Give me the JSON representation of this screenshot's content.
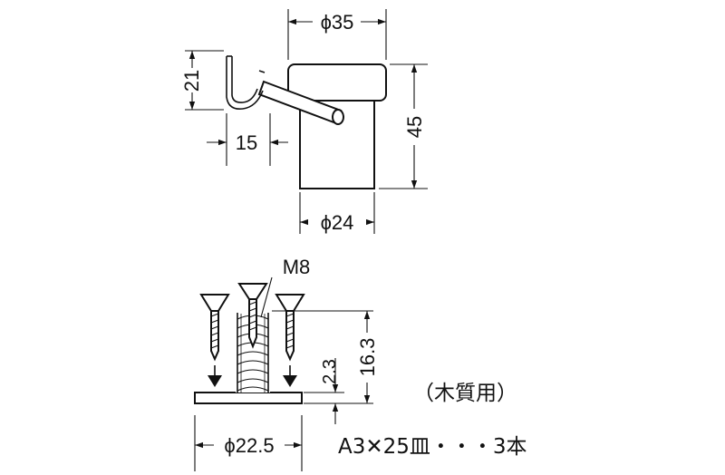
{
  "dimensions": {
    "top_diameter": "ϕ35",
    "hook_height": "21",
    "hook_depth": "15",
    "total_height": "45",
    "bottom_diameter": "ϕ24",
    "thread": "M8",
    "thread_length": "16.3",
    "base_thickness": "2.3",
    "base_diameter": "ϕ22.5"
  },
  "notes": {
    "material": "（木質用）",
    "screws": "A3✕25皿・・・3本"
  }
}
